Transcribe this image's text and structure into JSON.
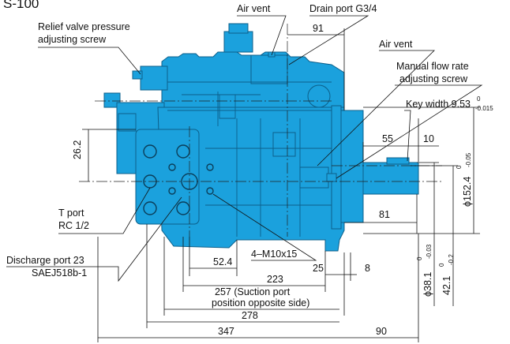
{
  "title_fragment": "S-100",
  "colors": {
    "pump_body": "#1ba1dd",
    "pump_edge": "#0c5f8a",
    "line": "#111111"
  },
  "callouts": {
    "relief_valve_1": "Relief valve pressure",
    "relief_valve_2": "adjusting screw",
    "air_vent_top": "Air vent",
    "drain_port": "Drain port G3/4",
    "air_vent_right": "Air vent",
    "manual_flow_1": "Manual flow rate",
    "manual_flow_2": "adjusting screw",
    "key_width": "Key width 9.53",
    "key_width_upper_tol": "0",
    "key_width_lower_tol": "-0.015",
    "t_port_1": "T port",
    "t_port_2": "RC 1/2",
    "discharge_1": "Discharge port 23",
    "discharge_2": "SAEJ518b-1",
    "bolt_holes": "4–M10x15"
  },
  "dimensions": {
    "d91": "91",
    "d55": "55",
    "d10": "10",
    "d26_2": "26.2",
    "d81": "81",
    "d52_4": "52.4",
    "d223": "223",
    "d25": "25",
    "d8": "8",
    "d257_1": "257 (Suction port",
    "d257_2": "position opposite side)",
    "d278": "278",
    "d347": "347",
    "d90": "90",
    "phi152": "ϕ152.4",
    "phi152_tol_upper": "0",
    "phi152_tol_lower": "-0.05",
    "phi38": "ϕ38.1",
    "phi38_tol_upper": "0",
    "phi38_tol_lower": "-0.03",
    "d42": "42.1",
    "d42_tol_upper": "0",
    "d42_tol_lower": "-0.2"
  }
}
